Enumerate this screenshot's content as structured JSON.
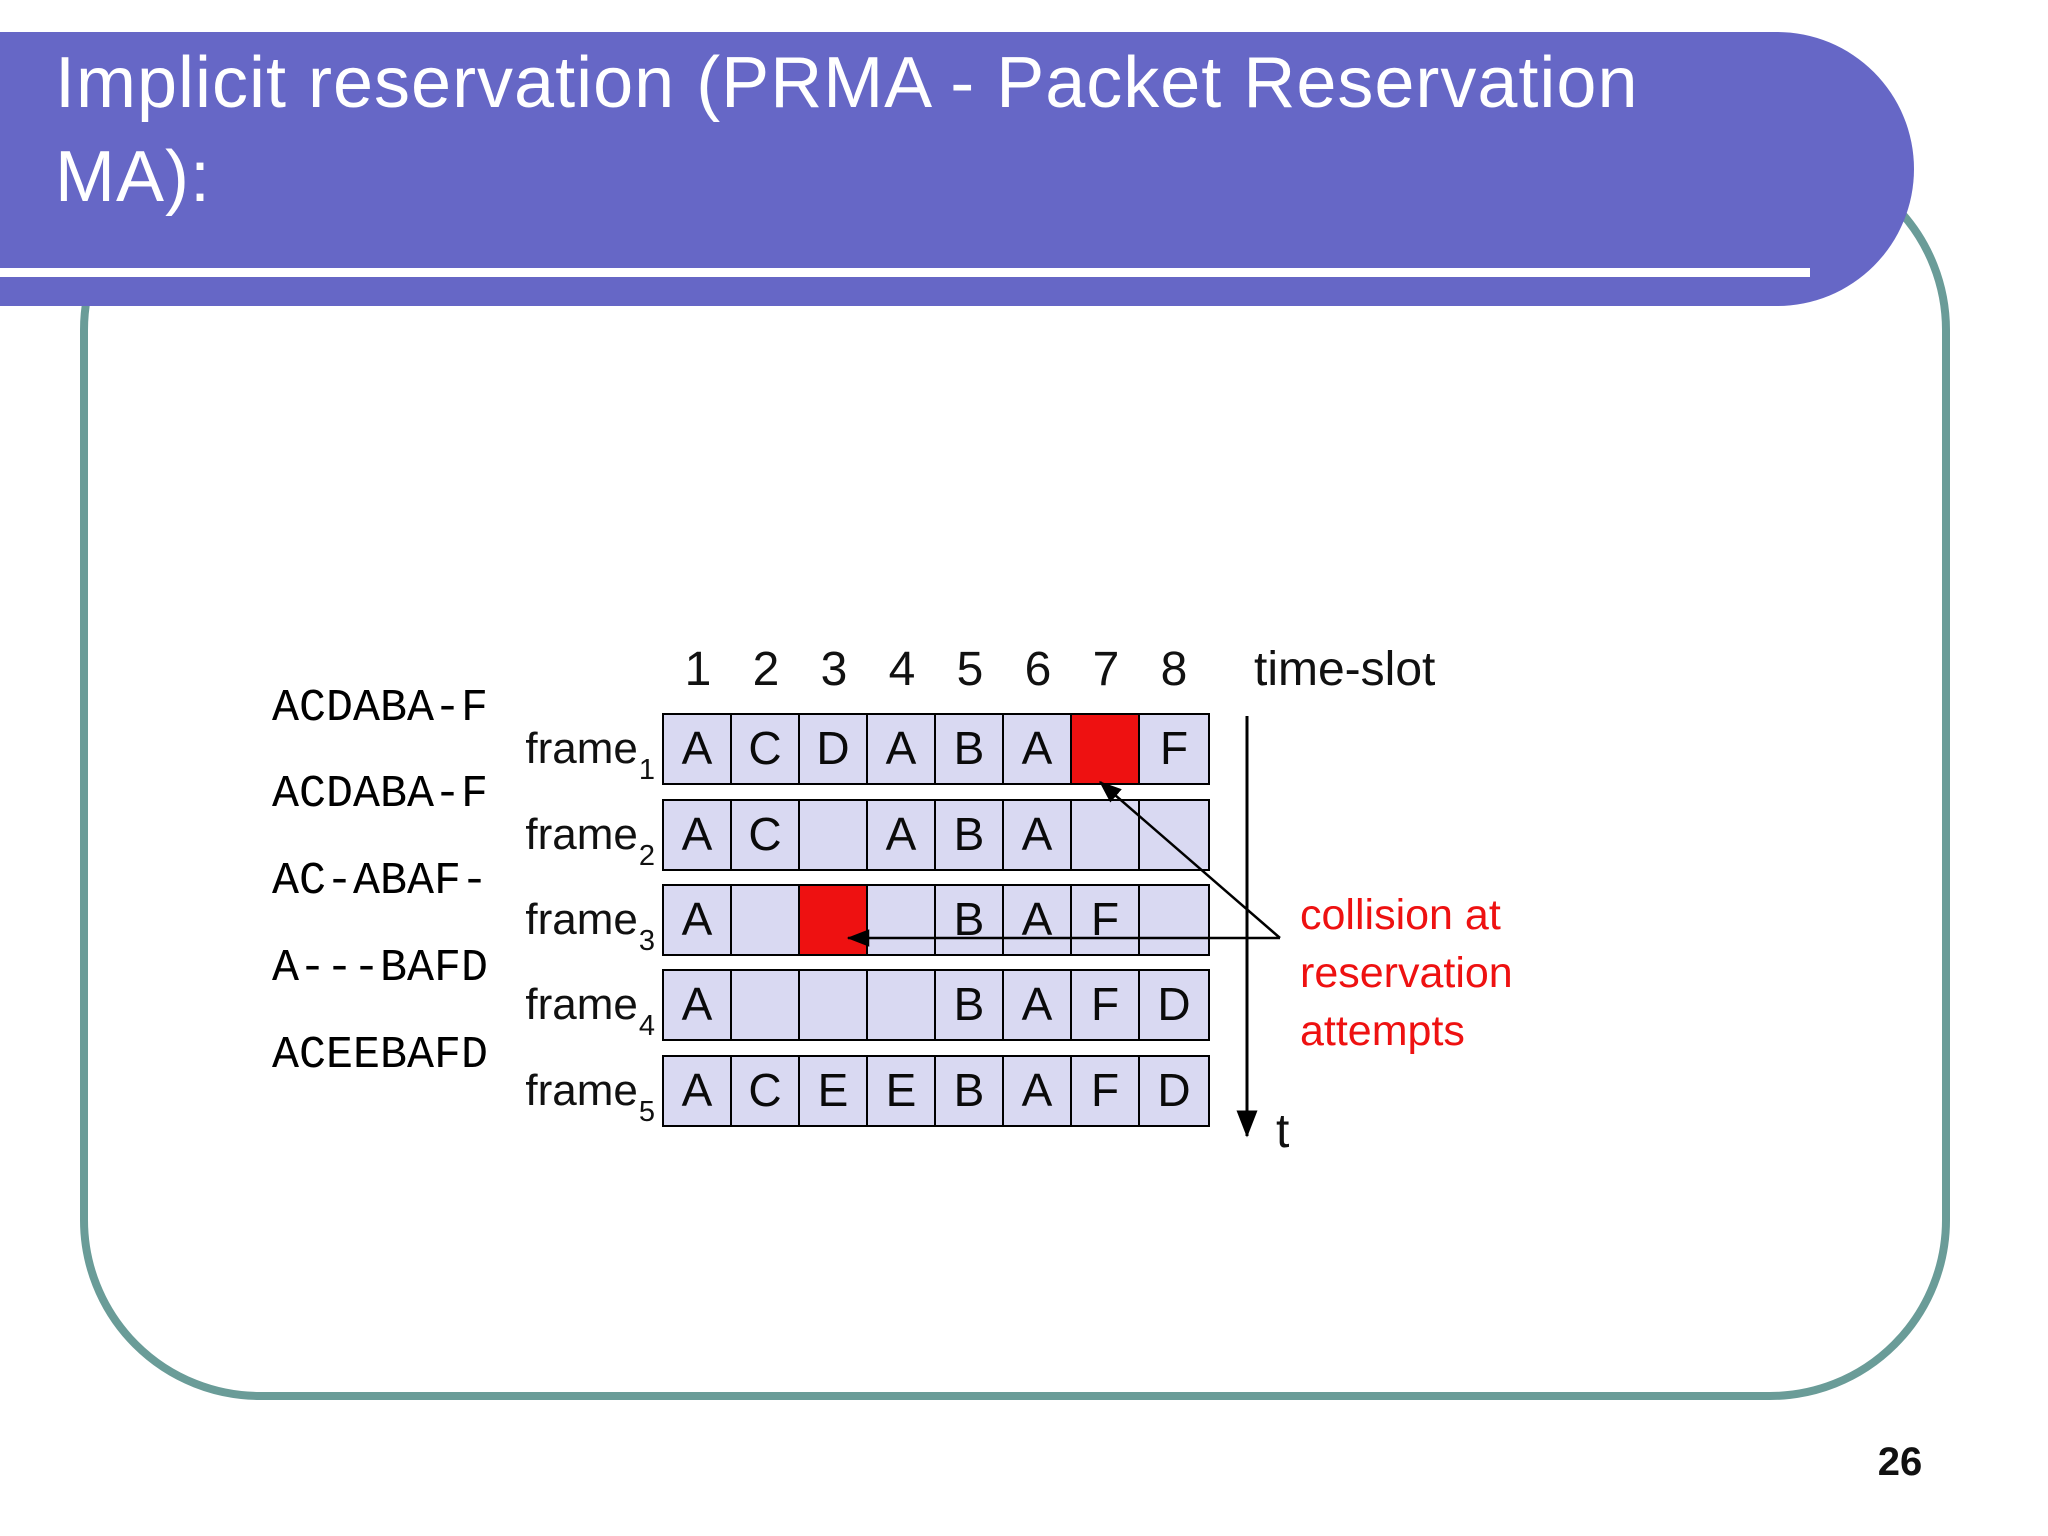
{
  "title": {
    "line1": "Implicit reservation (PRMA - Packet Reservation",
    "line2": "MA):"
  },
  "page_number": "26",
  "diagram": {
    "time_slot_label": "time-slot",
    "slot_numbers": [
      "1",
      "2",
      "3",
      "4",
      "5",
      "6",
      "7",
      "8"
    ],
    "t_label": "t",
    "collision_note": {
      "lines": [
        "collision at",
        "reservation",
        "attempts"
      ]
    },
    "reservation_labels": [
      "ACDABA-F",
      "ACDABA-F",
      "AC-ABAF-",
      "A---BAFD",
      "ACEEBAFD"
    ],
    "frames": [
      {
        "label": "frame",
        "sub": "1",
        "slots": [
          "A",
          "C",
          "D",
          "A",
          "B",
          "A",
          "",
          "F"
        ]
      },
      {
        "label": "frame",
        "sub": "2",
        "slots": [
          "A",
          "C",
          "",
          "A",
          "B",
          "A",
          "",
          ""
        ]
      },
      {
        "label": "frame",
        "sub": "3",
        "slots": [
          "A",
          "",
          "",
          "",
          "B",
          "A",
          "F",
          ""
        ]
      },
      {
        "label": "frame",
        "sub": "4",
        "slots": [
          "A",
          "",
          "",
          "",
          "B",
          "A",
          "F",
          "D"
        ]
      },
      {
        "label": "frame",
        "sub": "5",
        "slots": [
          "A",
          "C",
          "E",
          "E",
          "B",
          "A",
          "F",
          "D"
        ]
      }
    ],
    "collision_cells": [
      {
        "frame": 1,
        "slot": 7
      },
      {
        "frame": 3,
        "slot": 3
      }
    ]
  },
  "colors": {
    "banner": "#6667c6",
    "frame_border": "#6a9c98",
    "cell_fill": "#d9d9f2",
    "collision": "#ee1111",
    "note_text": "#ee1111"
  }
}
